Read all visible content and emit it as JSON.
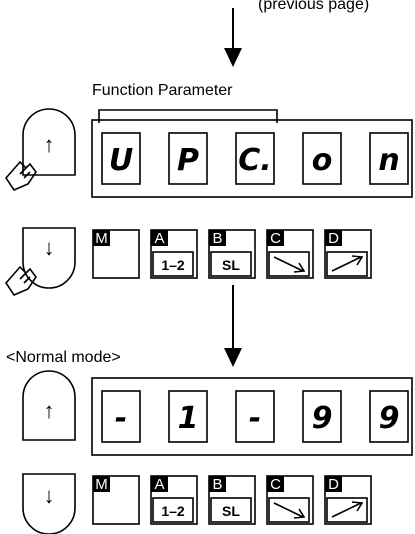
{
  "top_caption": "(previous page)",
  "function_parameter_label": "Function Parameter",
  "normal_mode_label": "<Normal mode>",
  "up_arrow_glyph": "↑",
  "down_arrow_glyph": "↓",
  "display_top": [
    "U",
    "P",
    "C.",
    "o",
    "n"
  ],
  "display_bottom": [
    "-",
    "1",
    "-",
    "9",
    "9"
  ],
  "keys": [
    {
      "letter": "M",
      "sub": "",
      "icon": "blank"
    },
    {
      "letter": "A",
      "sub": "1–2",
      "icon": "text"
    },
    {
      "letter": "B",
      "sub": "SL",
      "icon": "text"
    },
    {
      "letter": "C",
      "sub": "",
      "icon": "arrow-down-right-icon"
    },
    {
      "letter": "D",
      "sub": "",
      "icon": "arrow-up-right-icon"
    }
  ],
  "colors": {
    "line": "#000000",
    "key_tag_fill": "#000000",
    "key_tag_text": "#ffffff"
  }
}
